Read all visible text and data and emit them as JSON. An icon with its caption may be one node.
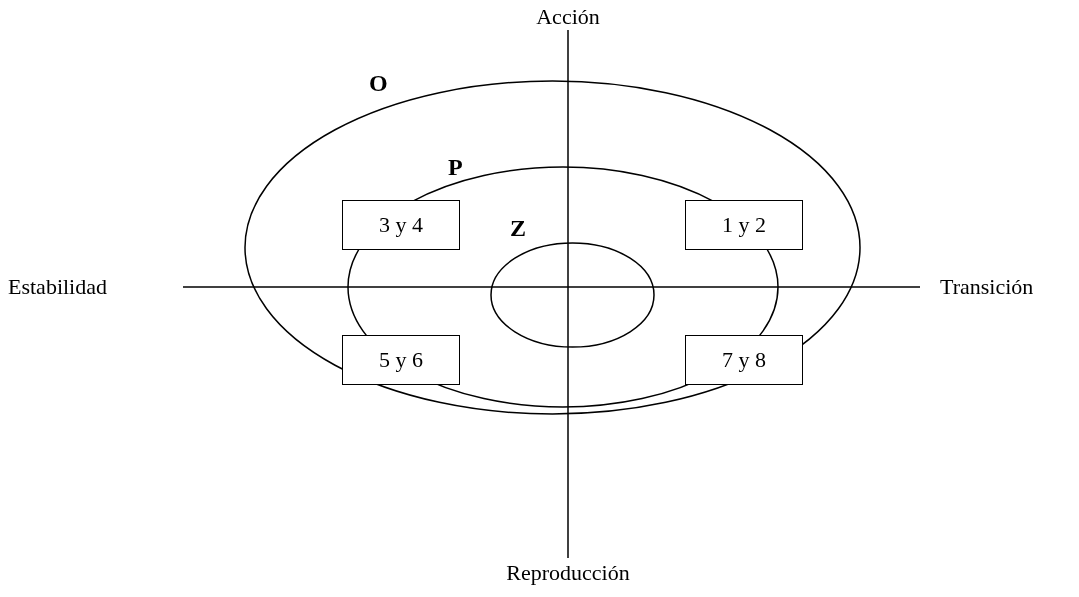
{
  "diagram": {
    "nodes": [
      {
        "text": [
          "O"
        ]
      },
      {
        "text": [
          "P"
        ],
        "in": 0
      },
      {
        "text": [
          "Z"
        ],
        "in": 1
      },
      {
        "text": [
          "3 y 4"
        ],
        "in": 1
      },
      {
        "text": [
          "1 y 2"
        ],
        "in": 0
      },
      {
        "text": [
          "5 y 6"
        ],
        "in": 1
      },
      {
        "text": [
          "7 y 8"
        ],
        "in": 0
      }
    ],
    "edges": [],
    "labels": [
      "Acción",
      "Estabilidad",
      "Transición",
      "Reproducción"
    ]
  }
}
